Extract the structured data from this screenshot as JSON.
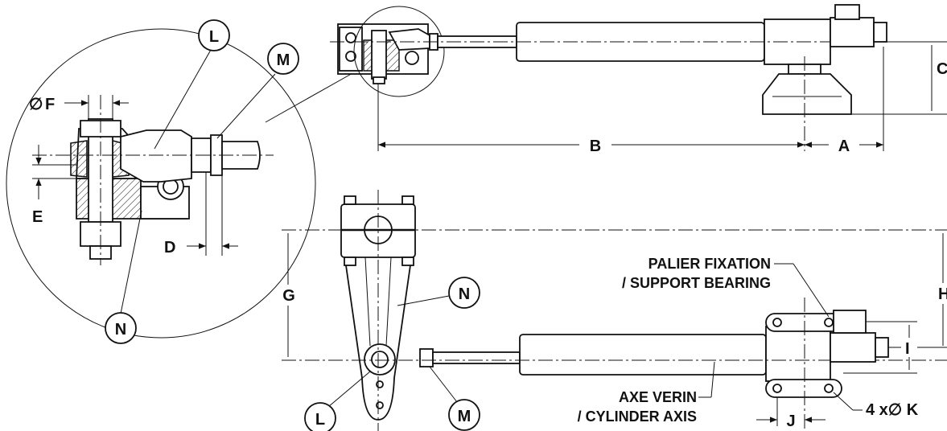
{
  "callouts": {
    "L": "L",
    "M": "M",
    "N": "N"
  },
  "dimensions": {
    "A": "A",
    "B": "B",
    "C": "C",
    "D": "D",
    "E": "E",
    "F": "F",
    "G": "G",
    "H": "H",
    "I": "I",
    "J": "J",
    "K": "4 x∅ K",
    "diameter_symbol": "∅"
  },
  "notes": {
    "support_bearing_line1": "PALIER FIXATION",
    "support_bearing_line2": "/ SUPPORT BEARING",
    "cylinder_axis_line1": "AXE VERIN",
    "cylinder_axis_line2": "/ CYLINDER AXIS"
  }
}
